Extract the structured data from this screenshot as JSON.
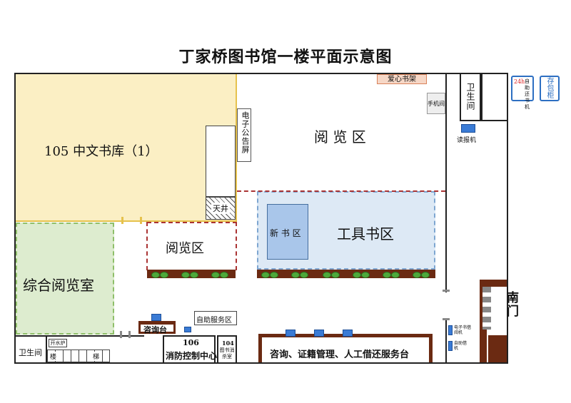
{
  "title": "丁家桥图书馆一楼平面示意图",
  "rooms": {
    "chinese_stacks": "105  中文书库（1）",
    "reading_room": "综合阅览室",
    "reading_area_big": "阅 览 区",
    "reading_area_small": "阅览区",
    "tools_area": "工具书区",
    "new_books": "新 书 区",
    "charity_shelf": "爱心书架",
    "phone_room": "手机间",
    "restroom_right": "卫生间",
    "newspaper": "读报机",
    "e_board": "电子公告屏",
    "atrium": "天井",
    "inquiry_desk": "咨询台",
    "self_service": "自助服务区",
    "fire_control_no": "106",
    "fire_control": "消防控制中心",
    "room104_no": "104",
    "room104_name": "图书消杀室",
    "service_desk": "咨询、证籍管理、人工借还服务台",
    "restroom_left": "卫生间",
    "water_boiler": "开水炉",
    "stairs_a": "楼",
    "stairs_b": "梯",
    "south_gate": "南门",
    "return_24h_tag": "24h",
    "return_24h": "自助还书机",
    "locker": "存包柜",
    "e_book_machine": "电子书借阅机",
    "self_checkout": "自助借机"
  }
}
